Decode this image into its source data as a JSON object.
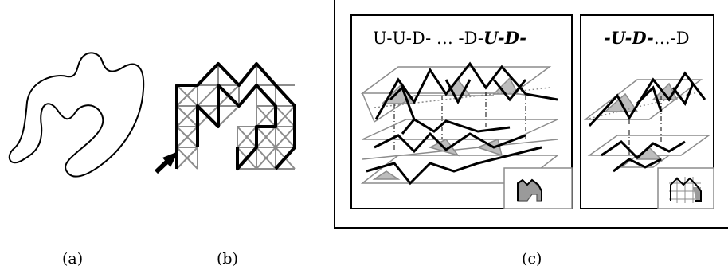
{
  "captions": {
    "a": "(a)",
    "b": "(b)",
    "c": "(c)"
  },
  "panel_c": {
    "left_sequence_plain": "U-U-D- … -D-",
    "left_sequence_italic": "U-D-",
    "right_sequence_italic": "-U-D-",
    "right_sequence_plain": "…-D"
  },
  "colors": {
    "stroke": "#000000",
    "grid": "#8c8c8c",
    "shade": "#bdbdbd"
  }
}
